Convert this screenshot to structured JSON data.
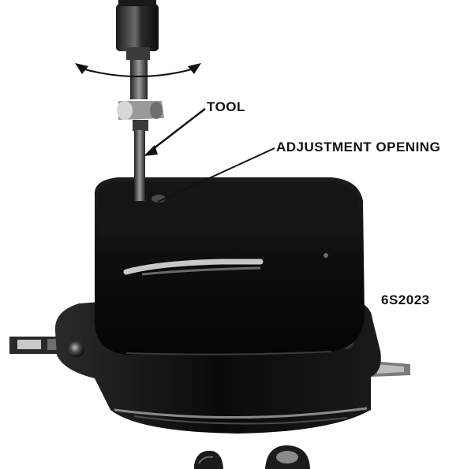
{
  "figure": {
    "callouts": {
      "tool": "TOOL",
      "adjustment_opening": "ADJUSTMENT OPENING"
    },
    "figure_id": "6S2023"
  }
}
